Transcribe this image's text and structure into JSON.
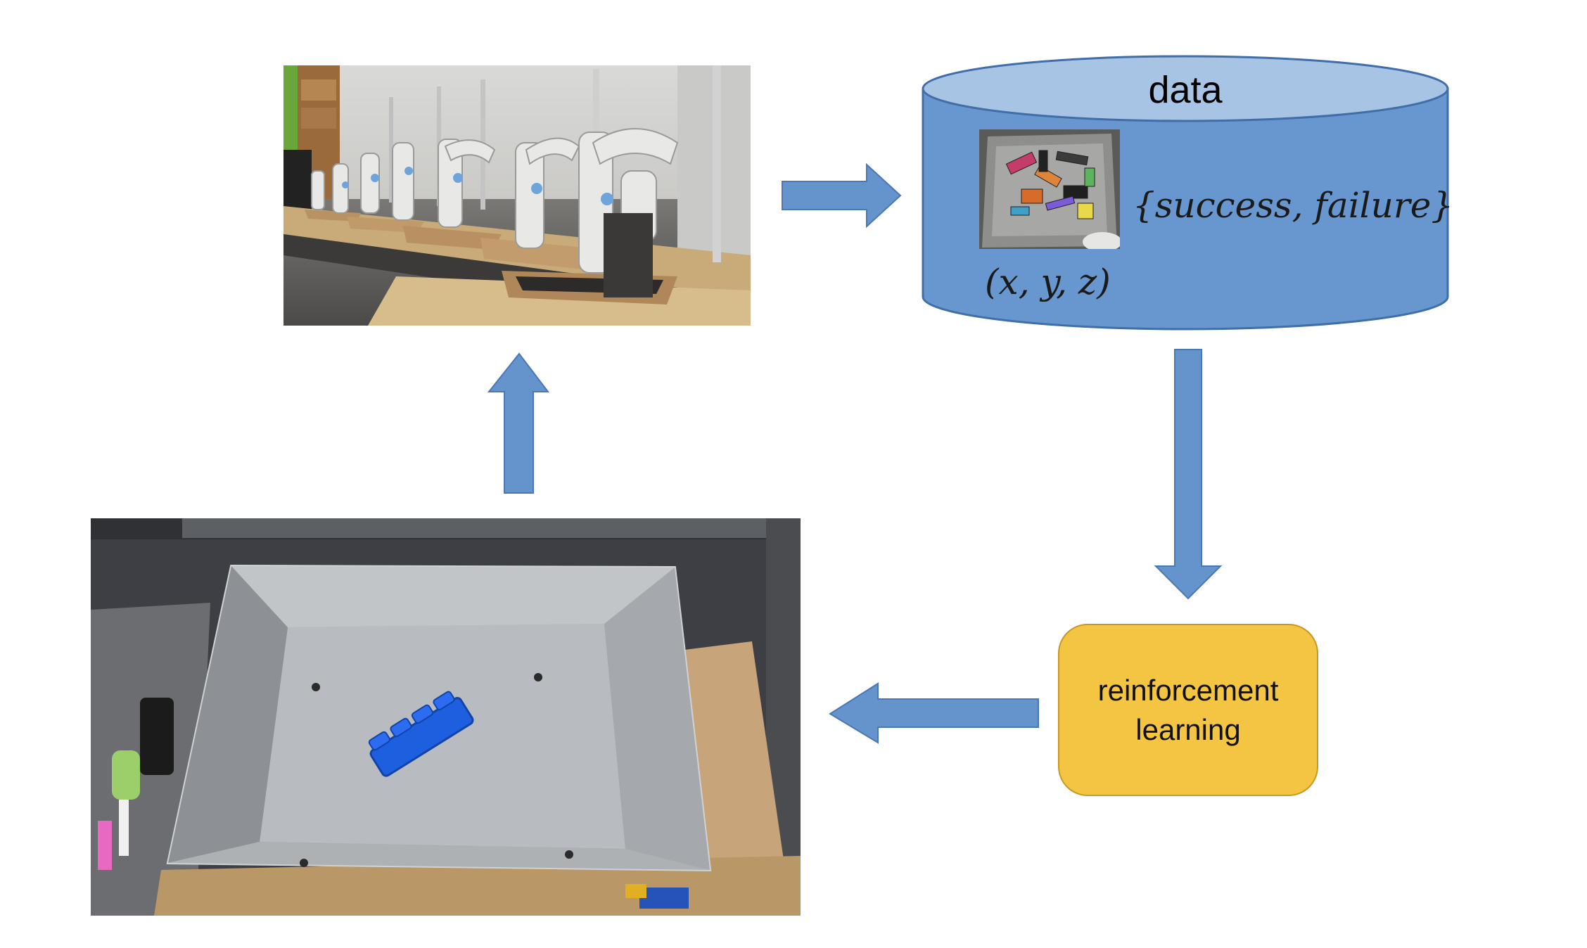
{
  "diagram": {
    "nodes": {
      "robot_farm": {
        "kind": "photo",
        "content": "row of robot arms with bins"
      },
      "data_store": {
        "title": "data",
        "outcome_label": "{success, failure}",
        "position_label": "(x, y, z)"
      },
      "learning": {
        "line1": "reinforcement",
        "line2": "learning"
      },
      "grasp_bin": {
        "kind": "photo",
        "content": "single bin with blue block"
      }
    },
    "edges": [
      {
        "from": "robot_farm",
        "to": "data_store",
        "direction": "right"
      },
      {
        "from": "data_store",
        "to": "learning",
        "direction": "down"
      },
      {
        "from": "learning",
        "to": "grasp_bin",
        "direction": "left"
      },
      {
        "from": "grasp_bin",
        "to": "robot_farm",
        "direction": "up"
      }
    ],
    "colors": {
      "arrow": "#6593cc",
      "cylinder_body": "#6896ce",
      "cylinder_top": "#a8c4e5",
      "cylinder_edge": "#3f6ea8",
      "rl_box": "#f4c543"
    }
  }
}
